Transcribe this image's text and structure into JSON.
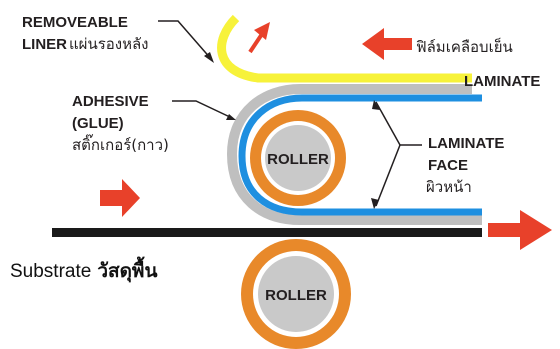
{
  "labels": {
    "removeable_liner_line1": "REMOVEABLE",
    "removeable_liner_line2": "LINER",
    "removeable_liner_thai": "แผ่นรองหลัง",
    "adhesive_line1": "ADHESIVE",
    "adhesive_line2": "(GLUE)",
    "adhesive_thai": "สติ๊กเกอร์(กาว)",
    "laminate_thai": "ฟิล์มเคลือบเย็น",
    "laminate": "LAMINATE",
    "laminate_face_line1": "LAMINATE",
    "laminate_face_line2": "FACE",
    "laminate_face_thai": "ผิวหน้า",
    "substrate": "Substrate",
    "substrate_thai": "วัสดุพื้น",
    "roller_top": "ROLLER",
    "roller_bottom": "ROLLER"
  },
  "colors": {
    "roller_ring": "#e8892a",
    "roller_core": "#c9c9c9",
    "liner": "#f7f23a",
    "adhesive": "#bfbfbf",
    "laminate": "#1e8fe0",
    "substrate": "#1a1a1a",
    "arrow_red": "#e8412a",
    "text": "#231f20"
  }
}
